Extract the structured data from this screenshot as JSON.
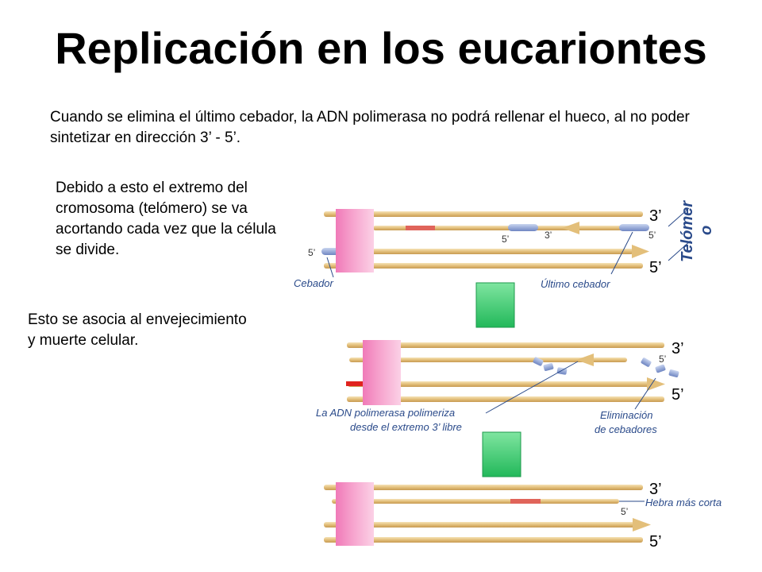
{
  "title": "Replicación en los eucariontes",
  "paragraphs": {
    "intro": "Cuando se elimina el último cebador, la ADN polimerasa no podrá rellenar el hueco, al no poder sintetizar en dirección 3’ - 5’.",
    "telomere": "Debido a esto el extremo del cromosoma (telómero) se va acortando cada vez que la célula se divide.",
    "aging": "Esto se asocia al envejecimiento y muerte celular."
  },
  "diagram": {
    "telomere_label_1": "Telómer",
    "telomere_label_2": "o",
    "panel1": {
      "end_top": "3’",
      "end_bottom": "5’",
      "five_left": "5’",
      "five_mid": "5’",
      "three_mid": "3’",
      "five_right": "5’",
      "note_primer": "Cebador",
      "note_last_primer": "Último cebador"
    },
    "panel2": {
      "end_top": "3’",
      "end_bottom": "5’",
      "five_right": "5’",
      "note_polymerase_1": "La ADN polimerasa polimeriza",
      "note_polymerase_2": "desde el extremo 3’ libre",
      "note_removal_1": "Eliminación",
      "note_removal_2": "de cebadores"
    },
    "panel3": {
      "end_top": "3’",
      "end_bottom": "5’",
      "five_right": "5’",
      "note_shorter": "Hebra más corta"
    },
    "colors": {
      "strand": "#e8c98a",
      "strand_edge": "#b89a5a",
      "pink_block": "#f48cc0",
      "primer": "#8fa4d6",
      "red_segment": "#e0645a",
      "arrow_box": "#3dcc6e",
      "note_text": "#2a4a8a"
    }
  }
}
